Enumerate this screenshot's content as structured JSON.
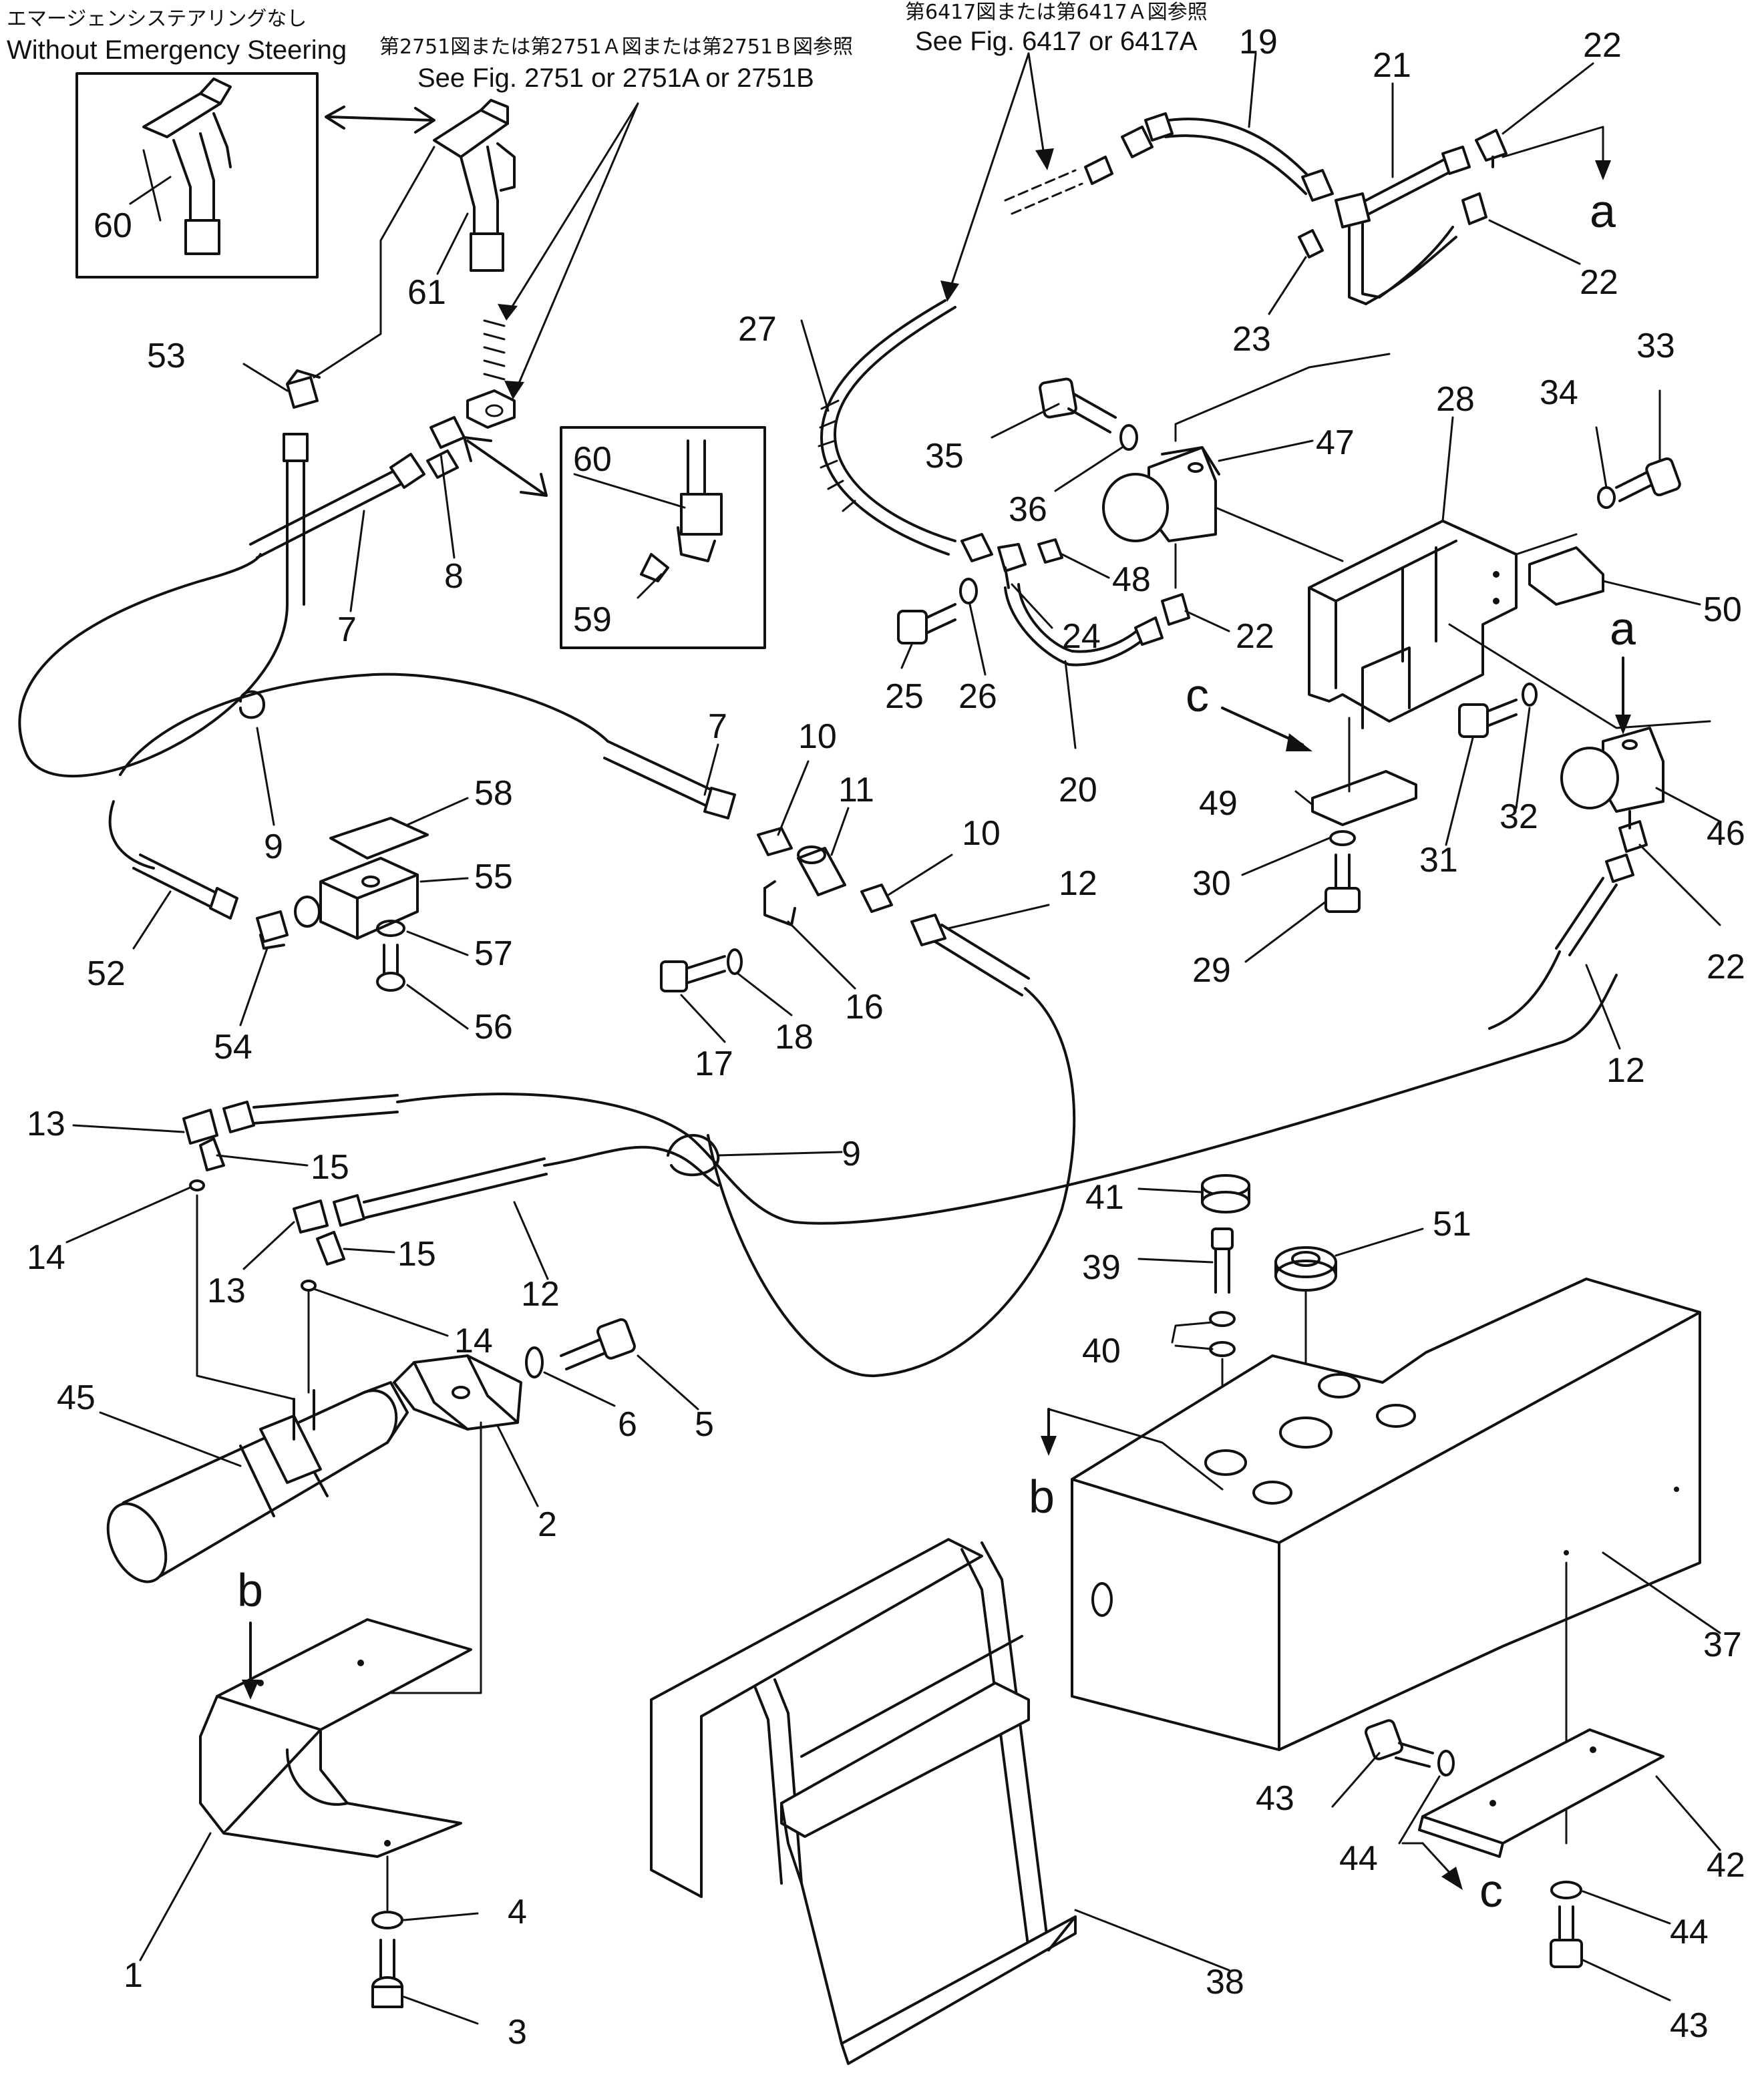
{
  "notes": {
    "no_emergency_jp": "エマージェンシステアリングなし",
    "no_emergency_en": "Without Emergency Steering",
    "ref_2751_jp": "第2751図または第2751Ａ図または第2751Ｂ図参照",
    "ref_2751_en": "See Fig. 2751 or 2751A or 2751B",
    "ref_6417_jp": "第6417図または第6417Ａ図参照",
    "ref_6417_en": "See Fig. 6417 or 6417A"
  },
  "callouts": {
    "c1": "1",
    "c2": "2",
    "c3": "3",
    "c4": "4",
    "c5": "5",
    "c6": "6",
    "c7a": "7",
    "c7b": "7",
    "c8": "8",
    "c9a": "9",
    "c9b": "9",
    "c10a": "10",
    "c10b": "10",
    "c11": "11",
    "c12a": "12",
    "c12b": "12",
    "c12c": "12",
    "c13a": "13",
    "c13b": "13",
    "c14a": "14",
    "c14b": "14",
    "c15a": "15",
    "c15b": "15",
    "c16": "16",
    "c17": "17",
    "c18": "18",
    "c19": "19",
    "c20": "20",
    "c21": "21",
    "c22a": "22",
    "c22b": "22",
    "c22c": "22",
    "c22d": "22",
    "c23": "23",
    "c24": "24",
    "c25": "25",
    "c26": "26",
    "c27": "27",
    "c28": "28",
    "c29": "29",
    "c30": "30",
    "c31": "31",
    "c32": "32",
    "c33": "33",
    "c34": "34",
    "c35": "35",
    "c36": "36",
    "c37": "37",
    "c38": "38",
    "c39": "39",
    "c40": "40",
    "c41": "41",
    "c42": "42",
    "c43a": "43",
    "c43b": "43",
    "c44a": "44",
    "c44b": "44",
    "c45": "45",
    "c46": "46",
    "c47": "47",
    "c48": "48",
    "c49": "49",
    "c50": "50",
    "c51": "51",
    "c52": "52",
    "c53": "53",
    "c54": "54",
    "c55": "55",
    "c56": "56",
    "c57": "57",
    "c58": "58",
    "c59": "59",
    "c60a": "60",
    "c60b": "60",
    "c61": "61"
  },
  "view_markers": {
    "a_top": "a",
    "a_mid": "a",
    "b_left": "b",
    "b_right": "b",
    "c_left": "c",
    "c_right": "c"
  }
}
